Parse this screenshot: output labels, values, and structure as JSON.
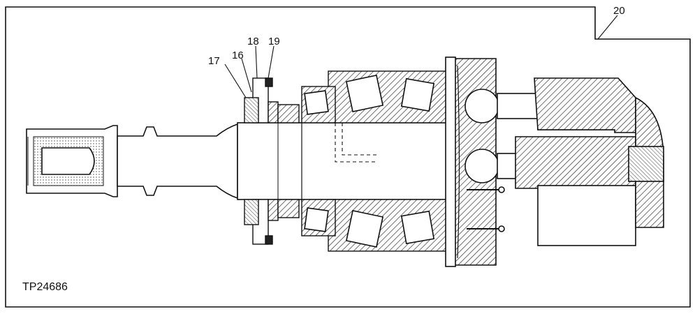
{
  "callouts": {
    "c16": "16",
    "c17": "17",
    "c18": "18",
    "c19": "19",
    "c20": "20"
  },
  "figure_id": "TP24686"
}
